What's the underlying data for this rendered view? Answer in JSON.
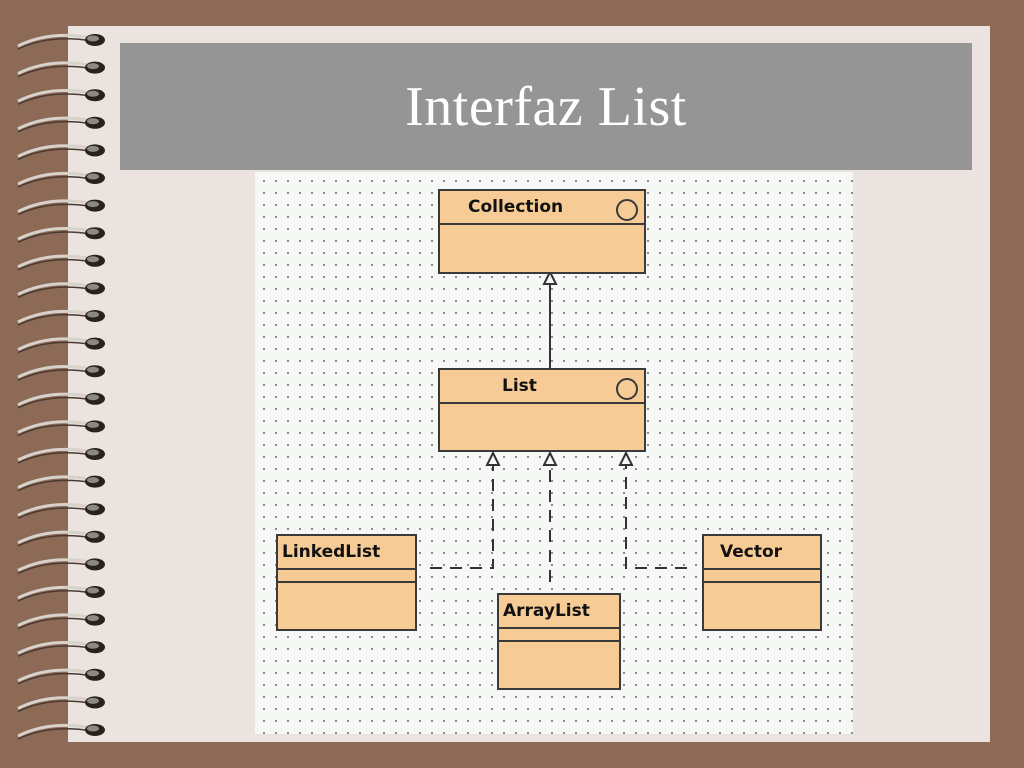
{
  "slide": {
    "title": "Interfaz List"
  },
  "diagram": {
    "classes": {
      "collection": "Collection",
      "list": "List",
      "linkedlist": "LinkedList",
      "arraylist": "ArrayList",
      "vector": "Vector"
    }
  },
  "colors": {
    "background": "#8c6a56",
    "page": "#ebe3df",
    "title_bar": "#959595",
    "class_fill": "#f6cb95"
  }
}
